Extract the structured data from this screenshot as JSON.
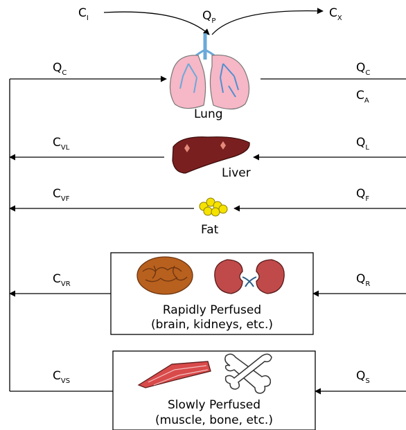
{
  "inputs": {
    "c_i": {
      "main": "C",
      "sub": "I"
    },
    "q_p": {
      "main": "Q",
      "sub": "P"
    },
    "c_x": {
      "main": "C",
      "sub": "X"
    }
  },
  "lung": {
    "label": "Lung",
    "left_flow": {
      "main": "Q",
      "sub": "C"
    },
    "right_flow": {
      "main": "Q",
      "sub": "C"
    },
    "right_conc": {
      "main": "C",
      "sub": "A"
    }
  },
  "liver": {
    "label": "Liver",
    "venous": {
      "main": "C",
      "sub": "VL"
    },
    "flow": {
      "main": "Q",
      "sub": "L"
    }
  },
  "fat": {
    "label": "Fat",
    "venous": {
      "main": "C",
      "sub": "VF"
    },
    "flow": {
      "main": "Q",
      "sub": "F"
    }
  },
  "rapid": {
    "label_line1": "Rapidly Perfused",
    "label_line2": "(brain, kidneys, etc.)",
    "venous": {
      "main": "C",
      "sub": "VR"
    },
    "flow": {
      "main": "Q",
      "sub": "R"
    }
  },
  "slow": {
    "label_line1": "Slowly Perfused",
    "label_line2": "(muscle, bone, etc.)",
    "venous": {
      "main": "C",
      "sub": "VS"
    },
    "flow": {
      "main": "Q",
      "sub": "S"
    }
  },
  "icons": [
    "lung-icon",
    "liver-icon",
    "fat-icon",
    "brain-icon",
    "kidney-icon",
    "muscle-icon",
    "bone-icon"
  ],
  "colors": {
    "line": "#000000",
    "lung": "#f4a7b9",
    "liver": "#7a1f1f",
    "fat": "#f5e200",
    "brain": "#b8601e",
    "kidney": "#c04a4a",
    "muscle": "#d94a4a"
  }
}
